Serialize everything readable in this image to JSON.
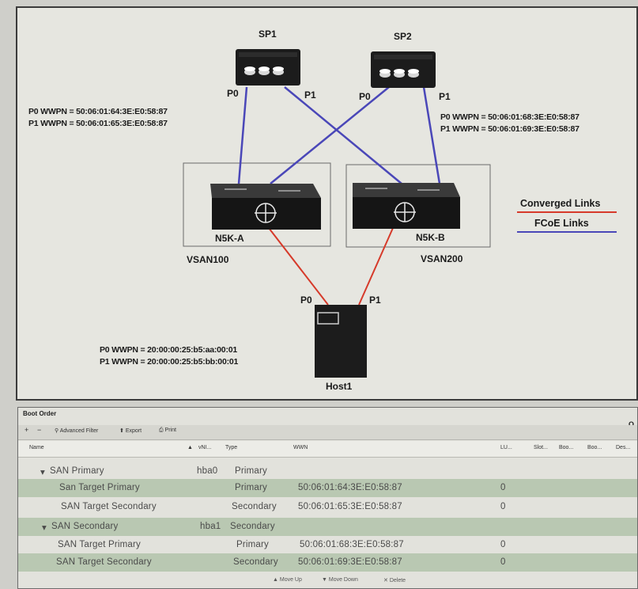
{
  "diagram": {
    "sp1": {
      "label": "SP1",
      "p0": "P0",
      "p1": "P1",
      "wwpn_p0": "P0 WWPN = 50:06:01:64:3E:E0:58:87",
      "wwpn_p1": "P1 WWPN = 50:06:01:65:3E:E0:58:87"
    },
    "sp2": {
      "label": "SP2",
      "p0": "P0",
      "p1": "P1",
      "wwpn_p0": "P0 WWPN = 50:06:01:68:3E:E0:58:87",
      "wwpn_p1": "P1 WWPN = 50:06:01:69:3E:E0:58:87"
    },
    "n5ka": {
      "label": "N5K-A",
      "vsan": "VSAN100"
    },
    "n5kb": {
      "label": "N5K-B",
      "vsan": "VSAN200"
    },
    "host": {
      "label": "Host1",
      "p0": "P0",
      "p1": "P1",
      "wwpn_p0": "P0 WWPN = 20:00:00:25:b5:aa:00:01",
      "wwpn_p1": "P1 WWPN = 20:00:00:25:b5:bb:00:01"
    },
    "legend": {
      "converged": "Converged Links",
      "converged_color": "#d63a2a",
      "fcoe": "FCoE Links",
      "fcoe_color": "#4a47b8"
    }
  },
  "boot_order": {
    "title": "Boot Order",
    "right_mark": "O",
    "toolbar": {
      "plus": "+",
      "minus": "−",
      "filter": "Advanced Filter",
      "export": "Export",
      "print": "Print"
    },
    "headers": {
      "name": "Name",
      "order": "▲",
      "vnic": "vNI...",
      "type": "Type",
      "wwn": "WWN",
      "lun": "LU...",
      "slot": "Slot...",
      "boot1": "Boo...",
      "boot2": "Boo...",
      "desc": "Des..."
    },
    "rows": [
      {
        "name": "SAN Primary",
        "vnic": "hba0",
        "type": "Primary",
        "wwn": "",
        "lun": ""
      },
      {
        "name": "San Target Primary",
        "vnic": "",
        "type": "Primary",
        "wwn": "50:06:01:64:3E:E0:58:87",
        "lun": "0"
      },
      {
        "name": "SAN Target Secondary",
        "vnic": "",
        "type": "Secondary",
        "wwn": "50:06:01:65:3E:E0:58:87",
        "lun": "0"
      },
      {
        "name": "SAN Secondary",
        "vnic": "hba1",
        "type": "Secondary",
        "wwn": "",
        "lun": ""
      },
      {
        "name": "SAN Target Primary",
        "vnic": "",
        "type": "Primary",
        "wwn": "50:06:01:68:3E:E0:58:87",
        "lun": "0"
      },
      {
        "name": "SAN Target Secondary",
        "vnic": "",
        "type": "Secondary",
        "wwn": "50:06:01:69:3E:E0:58:87",
        "lun": "0"
      }
    ],
    "bottom": {
      "move_up": "Move Up",
      "move_down": "Move Down",
      "delete": "Delete"
    }
  }
}
